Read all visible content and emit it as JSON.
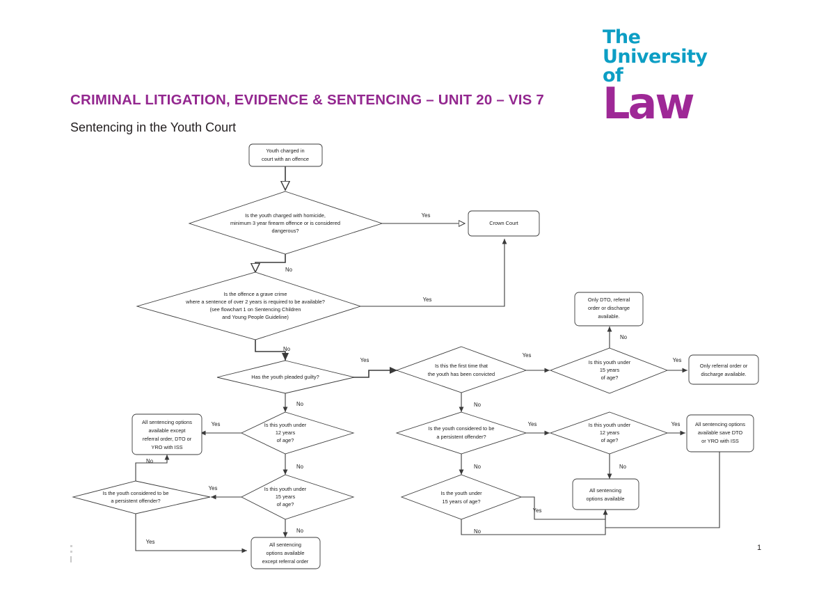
{
  "header": {
    "logo": {
      "line1": "The",
      "line2": "University of",
      "line3": "Law",
      "teal": "#0c9ec4",
      "magenta": "#9e2896"
    },
    "title": "CRIMINAL LITIGATION, EVIDENCE & SENTENCING – UNIT 20 – VIS 7",
    "title_color": "#93278f",
    "subtitle": "Sentencing in the Youth Court",
    "page_number": "1"
  },
  "chart_data": {
    "type": "diagram",
    "title": "Sentencing in the Youth Court",
    "nodes": [
      {
        "id": "start",
        "shape": "rounded-rect",
        "lines": [
          "Youth charged in",
          "court with an offence"
        ]
      },
      {
        "id": "d-homicide",
        "shape": "diamond",
        "lines": [
          "Is the youth charged with homicide,",
          "minimum 3 year firearm offence or is considered",
          "dangerous?"
        ]
      },
      {
        "id": "crown-court",
        "shape": "rounded-rect",
        "lines": [
          "Crown Court"
        ]
      },
      {
        "id": "d-grave",
        "shape": "diamond",
        "lines": [
          "Is the offence a grave crime",
          "where a sentence of over 2 years is required to be available?",
          "(see flowchart 1 on Sentencing Children",
          "and Young People Guideline)"
        ]
      },
      {
        "id": "d-guilty",
        "shape": "diamond",
        "lines": [
          "Has the youth pleaded guilty?"
        ]
      },
      {
        "id": "d-firsttime",
        "shape": "diamond",
        "lines": [
          "Is this the first time that",
          "the youth has been convicted"
        ]
      },
      {
        "id": "d-under15-a",
        "shape": "diamond",
        "lines": [
          "Is this youth under",
          "15 years",
          "of age?"
        ]
      },
      {
        "id": "only-dto",
        "shape": "rounded-rect",
        "lines": [
          "Only  DTO, referral",
          "order or discharge",
          "available."
        ]
      },
      {
        "id": "only-referral",
        "shape": "rounded-rect",
        "lines": [
          "Only referral order or",
          "discharge available."
        ]
      },
      {
        "id": "d-under12-l",
        "shape": "diamond",
        "lines": [
          "Is this youth under",
          "12 years",
          "of age?"
        ]
      },
      {
        "id": "all-except",
        "shape": "rounded-rect",
        "lines": [
          "All sentencing options",
          "available except",
          "referral order, DTO or",
          "YRO with ISS"
        ]
      },
      {
        "id": "d-persist-l",
        "shape": "diamond",
        "lines": [
          "Is the youth considered to be",
          "a persistent offender?"
        ]
      },
      {
        "id": "d-under15-l",
        "shape": "diamond",
        "lines": [
          "Is this youth under",
          "15 years",
          "of age?"
        ]
      },
      {
        "id": "all-except-ro",
        "shape": "rounded-rect",
        "lines": [
          "All sentencing",
          "options available",
          "except referral order"
        ]
      },
      {
        "id": "d-persist-r",
        "shape": "diamond",
        "lines": [
          "Is the youth considered to be",
          "a persistent offender?"
        ]
      },
      {
        "id": "d-under12-r",
        "shape": "diamond",
        "lines": [
          "Is this youth under",
          "12 years",
          "of age?"
        ]
      },
      {
        "id": "all-save-dto",
        "shape": "rounded-rect",
        "lines": [
          "All sentencing options",
          "available save DTO",
          "or YRO with ISS"
        ]
      },
      {
        "id": "d-under15-r",
        "shape": "diamond",
        "lines": [
          "Is the youth under",
          "15 years of age?"
        ]
      },
      {
        "id": "all-options",
        "shape": "rounded-rect",
        "lines": [
          "All sentencing",
          "options available"
        ]
      }
    ],
    "edges": [
      {
        "from": "start",
        "to": "d-homicide",
        "label": ""
      },
      {
        "from": "d-homicide",
        "to": "crown-court",
        "label": "Yes"
      },
      {
        "from": "d-homicide",
        "to": "d-grave",
        "label": "No"
      },
      {
        "from": "d-grave",
        "to": "crown-court",
        "label": "Yes"
      },
      {
        "from": "d-grave",
        "to": "d-guilty",
        "label": "No"
      },
      {
        "from": "d-guilty",
        "to": "d-firsttime",
        "label": "Yes"
      },
      {
        "from": "d-guilty",
        "to": "d-under12-l",
        "label": "No"
      },
      {
        "from": "d-firsttime",
        "to": "d-under15-a",
        "label": "Yes"
      },
      {
        "from": "d-firsttime",
        "to": "d-persist-r",
        "label": "No"
      },
      {
        "from": "d-under15-a",
        "to": "only-dto",
        "label": "No"
      },
      {
        "from": "d-under15-a",
        "to": "only-referral",
        "label": "Yes"
      },
      {
        "from": "d-under12-l",
        "to": "all-except",
        "label": "Yes"
      },
      {
        "from": "d-under12-l",
        "to": "d-under15-l",
        "label": "No"
      },
      {
        "from": "d-under15-l",
        "to": "d-persist-l",
        "label": "Yes"
      },
      {
        "from": "d-under15-l",
        "to": "all-except-ro",
        "label": "No"
      },
      {
        "from": "d-persist-l",
        "to": "all-except",
        "label": "No"
      },
      {
        "from": "d-persist-l",
        "to": "all-except-ro",
        "label": "Yes"
      },
      {
        "from": "d-persist-r",
        "to": "d-under12-r",
        "label": "Yes"
      },
      {
        "from": "d-persist-r",
        "to": "d-under15-r",
        "label": "No"
      },
      {
        "from": "d-under12-r",
        "to": "all-save-dto",
        "label": "Yes"
      },
      {
        "from": "d-under12-r",
        "to": "all-options",
        "label": "No"
      },
      {
        "from": "d-under15-r",
        "to": "all-options",
        "label": "Yes"
      },
      {
        "from": "d-under15-r",
        "to": "all-options",
        "label": "No"
      }
    ]
  },
  "flow": {
    "start": {
      "l1": "Youth charged in",
      "l2": "court with an offence"
    },
    "d_homicide": {
      "l1": "Is the youth charged with homicide,",
      "l2": "minimum 3 year firearm offence or is considered",
      "l3": "dangerous?"
    },
    "crown_court": {
      "l1": "Crown Court"
    },
    "d_grave": {
      "l1": "Is the offence a grave crime",
      "l2": "where a sentence of over 2 years is required to be available?",
      "l3": "(see flowchart 1 on Sentencing Children",
      "l4": "and Young People Guideline)"
    },
    "d_guilty": {
      "l1": "Has the youth pleaded guilty?"
    },
    "d_firsttime": {
      "l1": "Is this the first time that",
      "l2": "the youth has been convicted"
    },
    "d_under15_a": {
      "l1": "Is this youth under",
      "l2": "15 years",
      "l3": "of age?"
    },
    "only_dto": {
      "l1": "Only  DTO, referral",
      "l2": "order or discharge",
      "l3": "available."
    },
    "only_referral": {
      "l1": "Only referral order or",
      "l2": "discharge available."
    },
    "d_under12_l": {
      "l1": "Is this youth under",
      "l2": "12 years",
      "l3": "of age?"
    },
    "all_except": {
      "l1": "All sentencing options",
      "l2": "available except",
      "l3": "referral order, DTO or",
      "l4": "YRO with ISS"
    },
    "d_persist_l": {
      "l1": "Is the youth considered to be",
      "l2": "a persistent offender?"
    },
    "d_under15_l": {
      "l1": "Is this youth under",
      "l2": "15 years",
      "l3": "of age?"
    },
    "all_except_ro": {
      "l1": "All sentencing",
      "l2": "options available",
      "l3": "except referral order"
    },
    "d_persist_r": {
      "l1": "Is the youth considered to be",
      "l2": "a persistent offender?"
    },
    "d_under12_r": {
      "l1": "Is this youth under",
      "l2": "12 years",
      "l3": "of age?"
    },
    "all_save_dto": {
      "l1": "All sentencing options",
      "l2": "available save DTO",
      "l3": "or YRO with ISS"
    },
    "d_under15_r": {
      "l1": "Is the youth under",
      "l2": "15 years of age?"
    },
    "all_options": {
      "l1": "All sentencing",
      "l2": "options available"
    },
    "labels": {
      "yes1": "Yes",
      "no1": "No",
      "yes2": "Yes",
      "no2": "No",
      "yes3": "Yes",
      "no3": "No",
      "yes4": "Yes",
      "no4": "No",
      "yes5": "Yes",
      "no5": "No",
      "yes6": "Yes",
      "no6": "No",
      "yes7": "Yes",
      "no7": "No",
      "yes8": "Yes",
      "no8": "No",
      "yes9": "Yes",
      "no9": "No",
      "yes10": "Yes",
      "no10": "No",
      "yes11": "Yes",
      "no11": "No",
      "yes12": "Yes",
      "no12": "No"
    }
  }
}
